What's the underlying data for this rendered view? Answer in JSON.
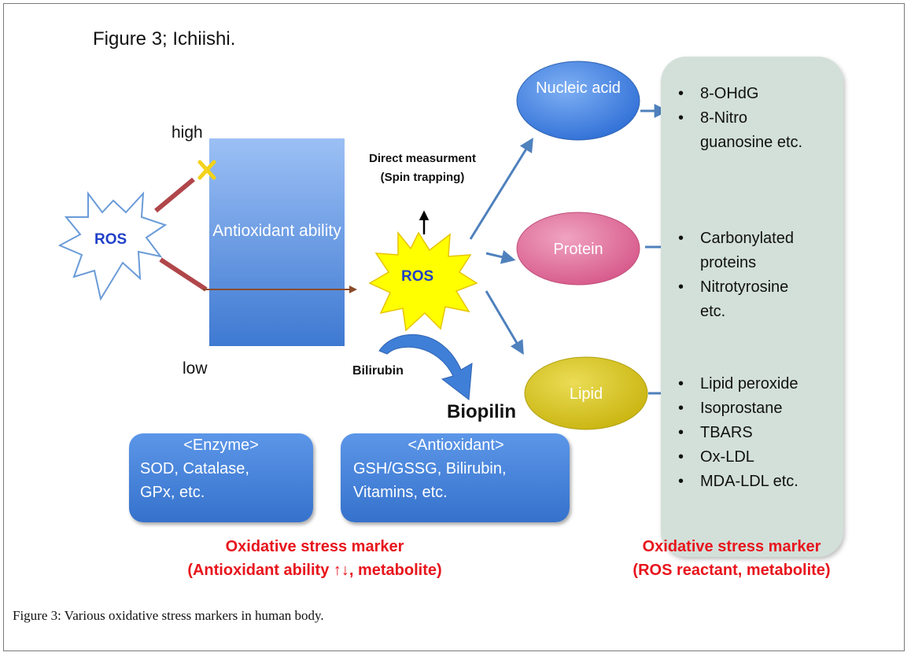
{
  "figure_title": "Figure 3; Ichiishi.",
  "labels": {
    "high": "high",
    "low": "low",
    "ros_left": "ROS",
    "ros_center": "ROS",
    "antioxidant_ability": "Antioxidant ability",
    "direct_measurement": "Direct measurment (Spin trapping)",
    "bilirubin": "Bilirubin",
    "biopilin": "Biopilin"
  },
  "targets": {
    "nucleic_acid": "Nucleic acid",
    "protein": "Protein",
    "lipid": "Lipid"
  },
  "enzyme_box": {
    "heading": "<Enzyme>",
    "line1": "SOD, Catalase,",
    "line2": "GPx, etc."
  },
  "antioxidant_box": {
    "heading": "<Antioxidant>",
    "line1": "GSH/GSSG, Bilirubin,",
    "line2": "Vitamins, etc."
  },
  "markers": {
    "nucleic_acid": [
      "8-OHdG",
      "8-Nitro",
      "guanosine etc."
    ],
    "protein": [
      "Carbonylated",
      "proteins",
      "Nitrotyrosine",
      "etc."
    ],
    "lipid": [
      "Lipid peroxide",
      "Isoprostane",
      "TBARS",
      "Ox-LDL",
      "MDA-LDL etc."
    ]
  },
  "captions": {
    "left_line1": "Oxidative stress marker",
    "left_line2": "(Antioxidant ability ↑↓, metabolite)",
    "right_line1": "Oxidative stress marker",
    "right_line2": "(ROS reactant, metabolite)"
  },
  "figure_caption": {
    "label": "Figure 3:",
    "text": " Various oxidative stress markers in human body."
  },
  "colors": {
    "antioxidant_bar": "#5b93e6",
    "ros_star_center": "#ffff00",
    "nucleic_acid": "#3f7fe0",
    "protein": "#e0709b",
    "lipid": "#d6c21f",
    "marker_panel": "#d3e0da",
    "arrow_blue": "#4f81bd",
    "red_text": "#e8141c",
    "line_brown": "#b0464a"
  }
}
